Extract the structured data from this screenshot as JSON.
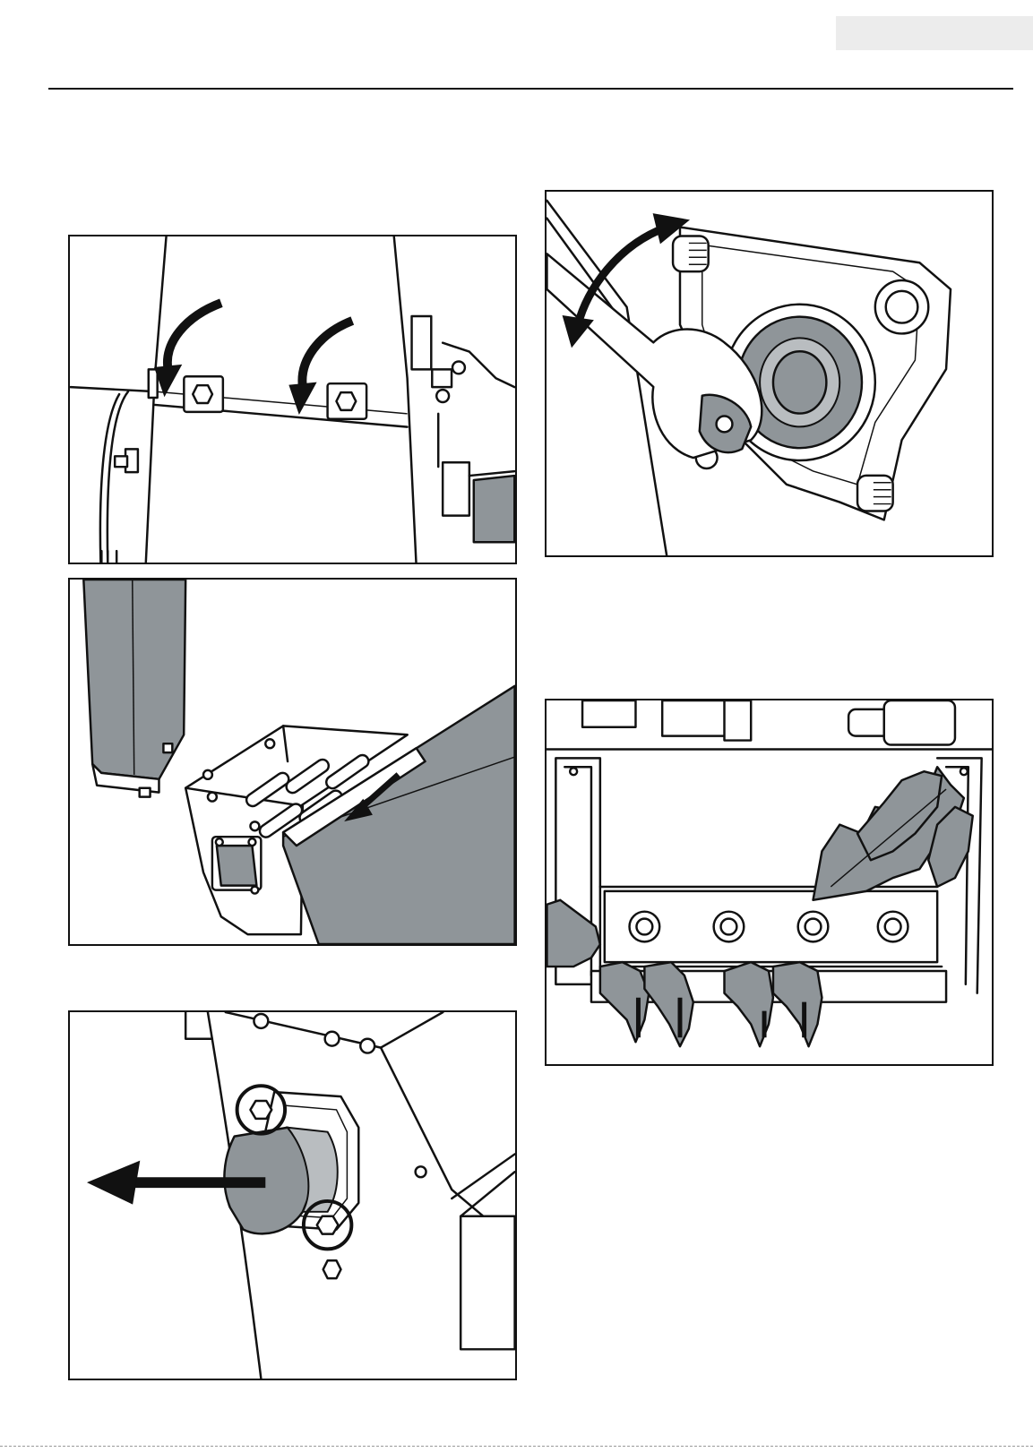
{
  "page": {
    "header_tag_text": "",
    "figures": [
      {
        "id": "fig-1",
        "icon": "deflector-bolts-arrows-illustration"
      },
      {
        "id": "fig-2",
        "icon": "chute-removal-illustration"
      },
      {
        "id": "fig-3",
        "icon": "bearing-housing-removal-illustration"
      },
      {
        "id": "fig-4",
        "icon": "wrench-bearing-illustration"
      },
      {
        "id": "fig-5",
        "icon": "blade-leaves-illustration"
      }
    ]
  },
  "colors": {
    "line": "#111111",
    "fill_gray": "#8f9599",
    "fill_light_gray": "#b9bdc0",
    "tag_gray": "#ececec"
  }
}
